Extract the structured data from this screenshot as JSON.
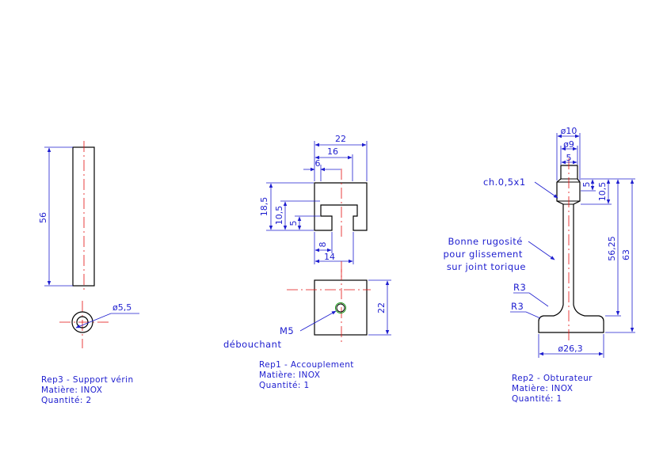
{
  "colors": {
    "outline": "#000000",
    "axis": "#e41010",
    "dimension": "#1d1dcf",
    "hole": "#1a9a1a"
  },
  "rep3": {
    "dims": {
      "length": "56",
      "diameter": "ø5,5"
    },
    "title_block": [
      "Rep3 - Support vérin",
      "Matière: INOX",
      "Quantité: 2"
    ]
  },
  "rep1": {
    "dims": {
      "width": "22",
      "slot_outer": "16",
      "slot_offset": "6",
      "height": "18,5",
      "depth_outer": "10,5",
      "depth_inner": "5",
      "neck": "8",
      "body": "14",
      "side": "22"
    },
    "thread_note": [
      "M5",
      "débouchant"
    ],
    "title_block": [
      "Rep1 - Accouplement",
      "Matière: INOX",
      "Quantité: 1"
    ]
  },
  "rep2": {
    "dims": {
      "head_outer": "ø10",
      "head_inner": "ø9",
      "head_len": "5",
      "chamfer": "ch.0,5x1",
      "top_small": "5",
      "top_large": "10,5",
      "shaft": "56,25",
      "total": "63",
      "radius_top": "R3",
      "radius_bottom": "R3",
      "base": "ø26,3"
    },
    "surface_note": [
      "Bonne rugosité",
      "pour glissement",
      "sur joint torique"
    ],
    "title_block": [
      "Rep2 - Obturateur",
      "Matière: INOX",
      "Quantité: 1"
    ]
  }
}
